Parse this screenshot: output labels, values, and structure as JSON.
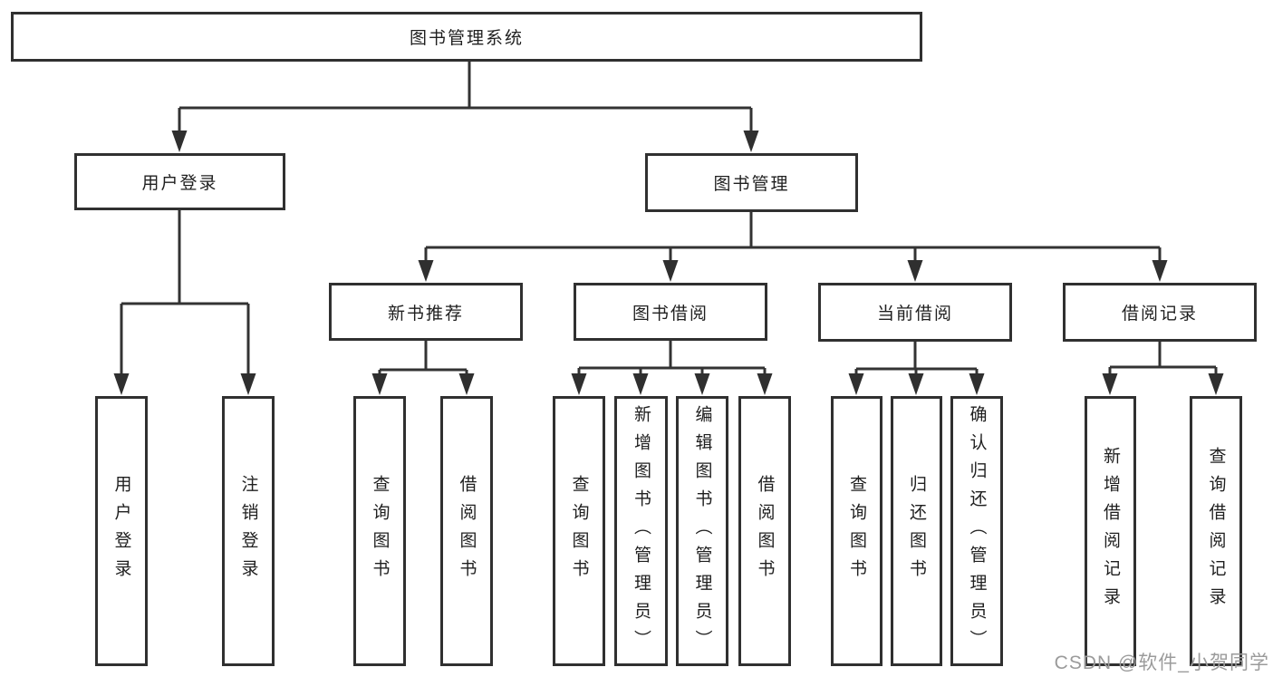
{
  "diagram": {
    "root": {
      "label": "图书管理系统"
    },
    "user_login": {
      "label": "用户登录",
      "children": [
        {
          "label": "用户登录"
        },
        {
          "label": "注销登录"
        }
      ]
    },
    "book_mgmt": {
      "label": "图书管理"
    },
    "new_book_rec": {
      "label": "新书推荐",
      "children": [
        {
          "label": "查询图书"
        },
        {
          "label": "借阅图书"
        }
      ]
    },
    "book_borrow": {
      "label": "图书借阅",
      "children": [
        {
          "label": "查询图书"
        },
        {
          "label": "新增图书（管理员）"
        },
        {
          "label": "编辑图书（管理员）"
        },
        {
          "label": "借阅图书"
        }
      ]
    },
    "current_borrow": {
      "label": "当前借阅",
      "children": [
        {
          "label": "查询图书"
        },
        {
          "label": "归还图书"
        },
        {
          "label": "确认归还（管理员）"
        }
      ]
    },
    "borrow_records": {
      "label": "借阅记录",
      "children": [
        {
          "label": "新增借阅记录"
        },
        {
          "label": "查询借阅记录"
        }
      ]
    }
  },
  "watermark": {
    "text": "CSDN @软件_小贺同学"
  },
  "colors": {
    "line": "#333333",
    "box_border": "#303030",
    "text": "#1f1f1f",
    "watermark": "#9b9b9b",
    "background": "#ffffff"
  }
}
